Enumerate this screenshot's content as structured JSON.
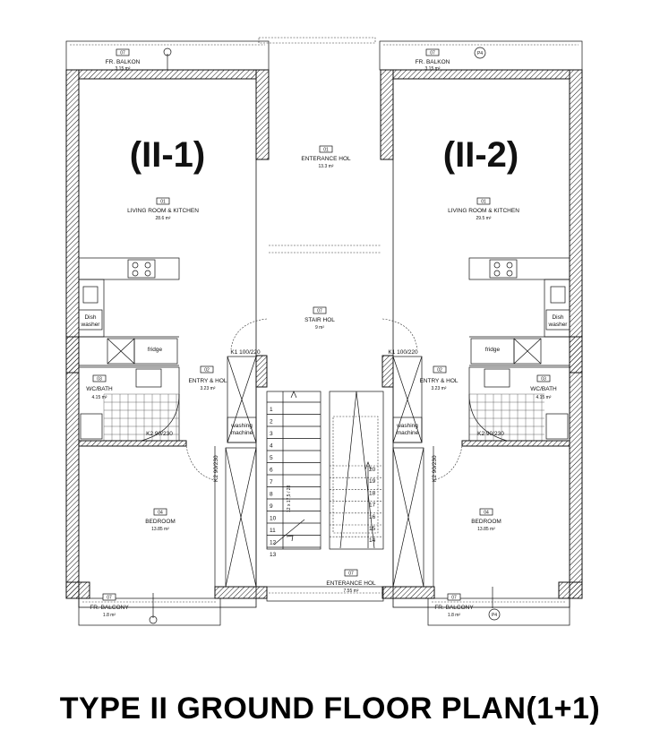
{
  "title": "TYPE II GROUND FLOOR PLAN(1+1)",
  "units": [
    {
      "label": "(II-1)",
      "rooms": [
        {
          "num": "07",
          "name": "FR. BALKON",
          "area": "3.15 m²"
        },
        {
          "num": "01",
          "name": "LIVING ROOM & KITCHEN",
          "area": "28.6 m²"
        },
        {
          "num": "03",
          "name": "WC/BATH",
          "area": "4.15 m²"
        },
        {
          "num": "02",
          "name": "ENTRY & HOL",
          "area": "3.23 m²"
        },
        {
          "num": "04",
          "name": "BEDROOM",
          "area": "13.85 m²"
        },
        {
          "num": "07",
          "name": "FR. BALCONY",
          "area": "1.8 m²"
        }
      ],
      "fixtures": {
        "dishwasher_l1": "Dish",
        "dishwasher_l2": "washer",
        "fridge": "fridge",
        "washing_l1": "washing",
        "washing_l2": "machine"
      },
      "doors": {
        "entry": "K1 100/220",
        "bath": "K2 90/230",
        "bedroom": "K2 90/230"
      }
    },
    {
      "label": "(II-2)",
      "rooms": [
        {
          "num": "07",
          "name": "FR. BALKON",
          "area": "3.15 m²"
        },
        {
          "num": "01",
          "name": "LIVING ROOM & KITCHEN",
          "area": "29.5 m²"
        },
        {
          "num": "03",
          "name": "WC/BATH",
          "area": "4.15 m²"
        },
        {
          "num": "02",
          "name": "ENTRY & HOL",
          "area": "3.23 m²"
        },
        {
          "num": "04",
          "name": "BEDROOM",
          "area": "13.85 m²"
        },
        {
          "num": "07",
          "name": "FR. BALCONY",
          "area": "1.8 m²"
        }
      ],
      "fixtures": {
        "dishwasher_l1": "Dish",
        "dishwasher_l2": "washer",
        "fridge": "fridge",
        "washing_l1": "washing",
        "washing_l2": "machine"
      },
      "doors": {
        "entry": "K1 100/220",
        "bath": "K2 90/230",
        "bedroom": "K2 90/230"
      }
    }
  ],
  "common": [
    {
      "num": "01",
      "name": "ENTERANCE HOL",
      "area": "13.3 m²"
    },
    {
      "num": "07",
      "name": "STAIR HOL",
      "area": "9 m²"
    },
    {
      "num": "07",
      "name": "ENTERANCE HOL",
      "area": "7.55 m²"
    }
  ],
  "stair": {
    "steps_left": [
      "1",
      "2",
      "3",
      "4",
      "5",
      "6",
      "7",
      "8",
      "9",
      "10",
      "11",
      "12",
      "13"
    ],
    "steps_right": [
      "20",
      "19",
      "18",
      "17",
      "16",
      "15",
      "14"
    ],
    "dimension": "12 x 17,5 / 28"
  },
  "markers": [
    "P4",
    "P4"
  ]
}
